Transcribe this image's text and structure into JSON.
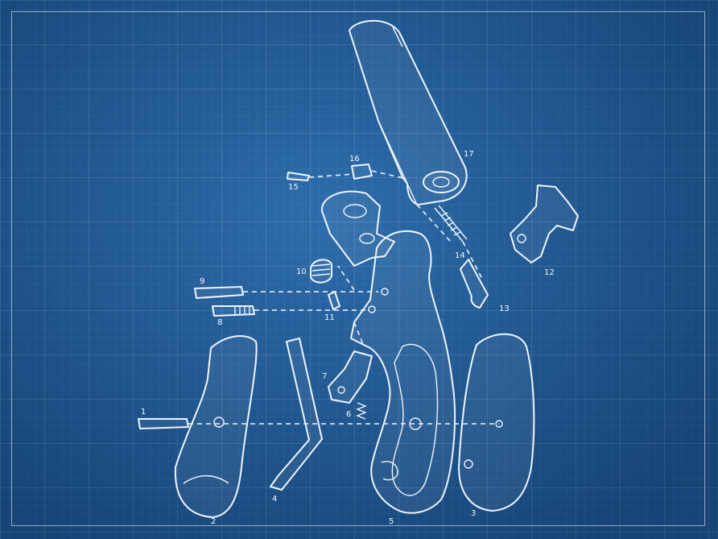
{
  "diagram": {
    "labels": {
      "p1": "1",
      "p2": "2",
      "p3": "3",
      "p4": "4",
      "p5": "5",
      "p6": "6",
      "p7": "7",
      "p8": "8",
      "p9": "9",
      "p10": "10",
      "p11": "11",
      "p12": "12",
      "p13": "13",
      "p14": "14",
      "p15": "15",
      "p16": "16",
      "p17": "17"
    }
  },
  "colors": {
    "background": "#1f5b96",
    "line": "#eef5ff"
  }
}
